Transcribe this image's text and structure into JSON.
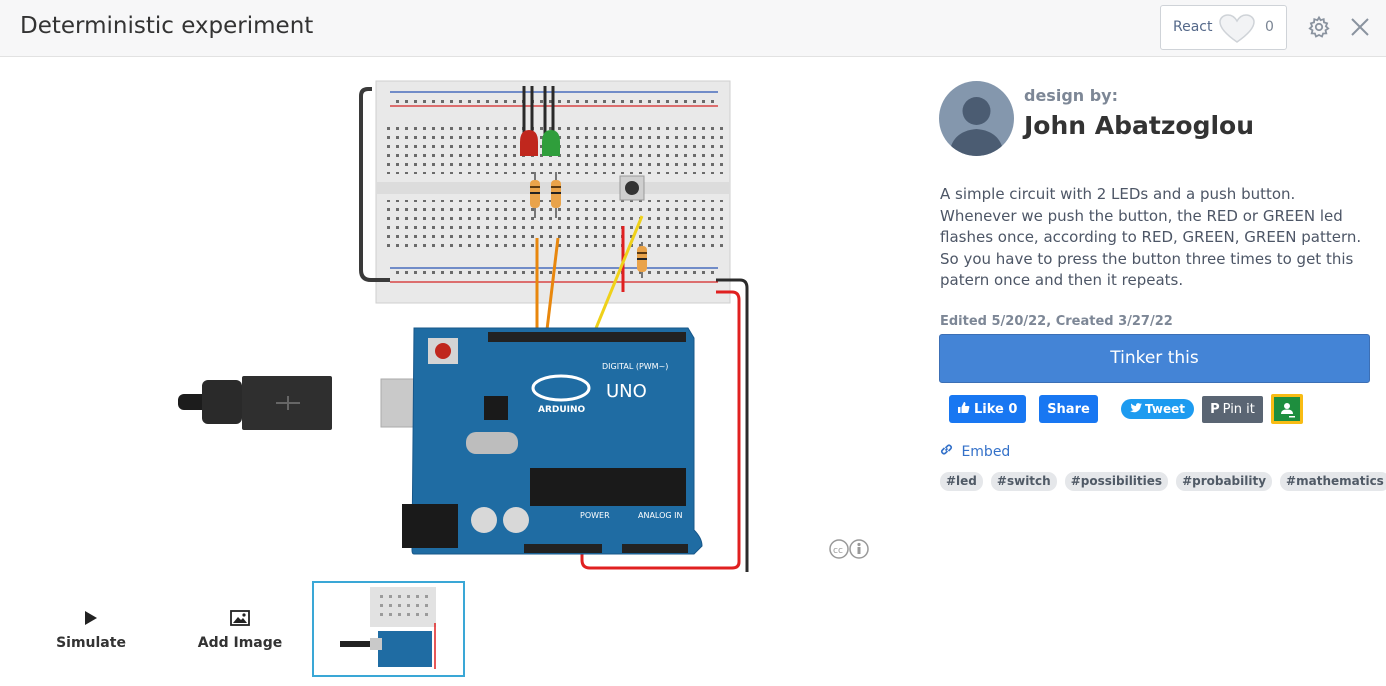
{
  "header": {
    "title": "Deterministic experiment",
    "react_label": "React",
    "react_count": "0"
  },
  "toolbar": {
    "simulate_label": "Simulate",
    "add_image_label": "Add Image"
  },
  "board": {
    "brand_label": "ARDUINO",
    "model_label": "UNO",
    "digital_label": "DIGITAL (PWM~)",
    "power_label": "POWER",
    "analog_label": "ANALOG IN"
  },
  "designer": {
    "design_by_label": "design by:",
    "name": "John Abatzoglou"
  },
  "description": "A simple circuit with 2 LEDs and a push button. Whenever we push the button, the RED or GREEN led flashes once, according to RED, GREEN, GREEN pattern. So you have to press the button three times to get this patern once and then it repeats.",
  "meta": "Edited 5/20/22, Created 3/27/22",
  "actions": {
    "tinker_label": "Tinker this",
    "like_label": "Like 0",
    "share_label": "Share",
    "tweet_label": "Tweet",
    "pin_label": "Pin it",
    "embed_label": "Embed"
  },
  "tags": [
    "#led",
    "#switch",
    "#possibilities",
    "#probability",
    "#mathematics"
  ],
  "colors": {
    "primary": "#4484d6",
    "facebook": "#1877f2",
    "twitter": "#1d9bf0",
    "thumb_border": "#3aa7d6",
    "arduino_blue": "#1f6ca3",
    "led_red": "#c0271d",
    "led_green": "#2f9e3b",
    "wire_orange": "#e8870d",
    "wire_yellow": "#efd11a",
    "wire_red": "#e02020"
  }
}
